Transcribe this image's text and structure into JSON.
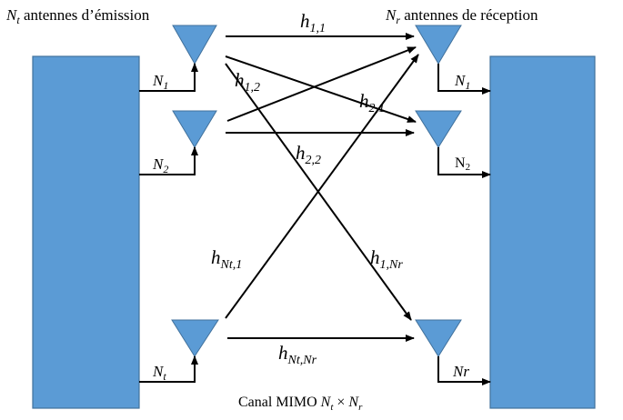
{
  "header": {
    "tx_symbol": "N",
    "tx_subscript": "t",
    "tx_text": " antennes d’émission",
    "rx_symbol": "N",
    "rx_subscript": "r",
    "rx_text": " antennes de réception"
  },
  "tx_labels": [
    {
      "main": "N",
      "sub": "1"
    },
    {
      "main": "N",
      "sub": "2"
    },
    {
      "main": "N",
      "sub": "t"
    }
  ],
  "rx_labels": [
    {
      "main": "N",
      "sub": "1",
      "italic": true
    },
    {
      "main": "N",
      "sub": "2",
      "italic": false
    },
    {
      "main": "Nr",
      "sub": "",
      "italic": true
    }
  ],
  "channels": [
    {
      "main": "h",
      "sub": "1,1"
    },
    {
      "main": "h",
      "sub": "1,2"
    },
    {
      "main": "h",
      "sub": "2,1"
    },
    {
      "main": "h",
      "sub": "2,2"
    },
    {
      "main": "h",
      "sub": "Nt,1"
    },
    {
      "main": "h",
      "sub": "1,Nr"
    },
    {
      "main": "h",
      "sub": "Nt,Nr"
    }
  ],
  "caption": {
    "text": "Canal MIMO ",
    "a": "N",
    "a_sub": "t",
    "times": " × ",
    "b": "N",
    "b_sub": "r"
  },
  "colors": {
    "block_fill": "#5B9BD5",
    "block_stroke": "#41719C",
    "line": "#000000"
  }
}
